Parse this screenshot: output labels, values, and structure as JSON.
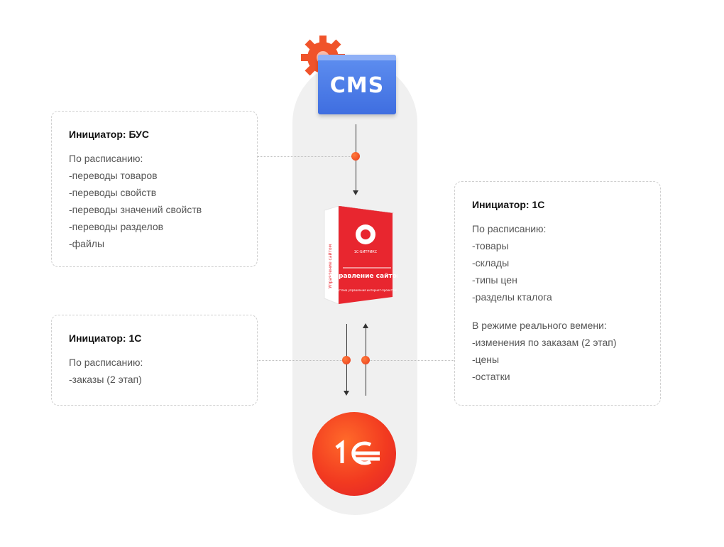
{
  "cms": {
    "label": "CMS"
  },
  "product_box": {
    "brand": "1С-БИТРИКС",
    "title": "Управление сайтом",
    "subtitle": "Система управления интернет-проектом",
    "side_text": "Управление сайтом"
  },
  "onec": {
    "label": "1С"
  },
  "cards": {
    "bus": {
      "title": "Инициатор: БУС",
      "lines": [
        "По расписанию:",
        "-переводы товаров",
        "-переводы свойств",
        "-переводы значений свойств",
        "-переводы разделов",
        "-файлы"
      ]
    },
    "onec_left": {
      "title": "Инициатор: 1С",
      "lines": [
        "По расписанию:",
        "-заказы (2 этап)"
      ]
    },
    "onec_right": {
      "title": "Инициатор: 1С",
      "lines": [
        "По расписанию:",
        "-товары",
        "-склады",
        "-типы цен",
        "-разделы кталога"
      ],
      "lines2": [
        "В режиме реального вемени:",
        "-изменения по заказам (2 этап)",
        "-цены",
        "-остатки"
      ]
    }
  },
  "colors": {
    "accent": "#e83b1e",
    "cms_blue": "#3f6ee0",
    "pill": "#f0f0f0"
  }
}
